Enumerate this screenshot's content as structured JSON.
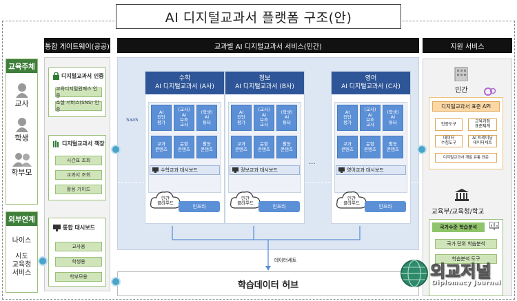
{
  "title": "AI 디지털교과서 플랫폼 구조(안)",
  "headers": {
    "gateway": "통합 게이트웨이(공공)",
    "subject_services": "교과별 AI 디지털교과서 서비스(민간)",
    "support": "지원 서비스"
  },
  "edu_actors": {
    "heading": "교육주체",
    "items": [
      "교사",
      "학생",
      "학부모"
    ]
  },
  "external": {
    "heading": "외부연계",
    "items": [
      "나이스",
      "시도\n교육청\n서비스"
    ]
  },
  "gateway": {
    "auth": {
      "title": "디지털교과서 인증",
      "buttons": [
        "교육디지털원패스 인증",
        "소셜 서비스(SNS) 인증"
      ]
    },
    "bookshelf": {
      "title": "디지털교과서 책장",
      "buttons": [
        "시간표 조회",
        "교과서 조회",
        "활용 가이드"
      ]
    },
    "dashboard": {
      "title": "통합 대시보드",
      "buttons": [
        "교사용",
        "학생용",
        "학부모용"
      ]
    }
  },
  "saas_label": "SaaS",
  "ellipsis": "...",
  "subjects": [
    {
      "title1": "수학",
      "title2": "AI 디지털교과서 (A사)",
      "dashboard": "수학교과 대시보드"
    },
    {
      "title1": "정보",
      "title2": "AI 디지털교과서 (B사)",
      "dashboard": "정보교과 대시보드"
    },
    {
      "title1": "영어",
      "title2": "AI 디지털교과서 (C사)",
      "dashboard": "영어교과 대시보드"
    }
  ],
  "modules_row1": [
    "AI\n진단\n평가",
    "(교사)\nAI\n보조\n교사",
    "(학생)\nAI\n튜터"
  ],
  "modules_row2": [
    "교과\n콘텐츠",
    "문항\n콘텐츠",
    "활동\n콘텐츠"
  ],
  "cloud_label": "민간\n클라우드",
  "infra_label": "인프라",
  "dataset_label": "데이터세트",
  "hub_label": "학습데이터 허브",
  "support": {
    "private": "민간",
    "api_title": "디지털교과서 표준 API",
    "api_boxes": [
      "인증도구",
      "교육과정\n표준체계",
      "데이터\n수집도구",
      "AI 트레이닝\n데이터세트"
    ],
    "guide": "디지털교과서 개발 유통 표준",
    "ministry": "교육부/교육청/학교",
    "analysis_title": "국가수준 학습분석",
    "analysis_items": [
      "국가 단위 학습분석",
      "학습분석 도구"
    ]
  },
  "watermark": {
    "ko": "외교저널",
    "en": "Diplomacy Journal"
  },
  "colors": {
    "green": "#3f7f3b",
    "blue": "#2e5597",
    "module": "#5b8fd6",
    "orange": "#fbd7a4"
  }
}
